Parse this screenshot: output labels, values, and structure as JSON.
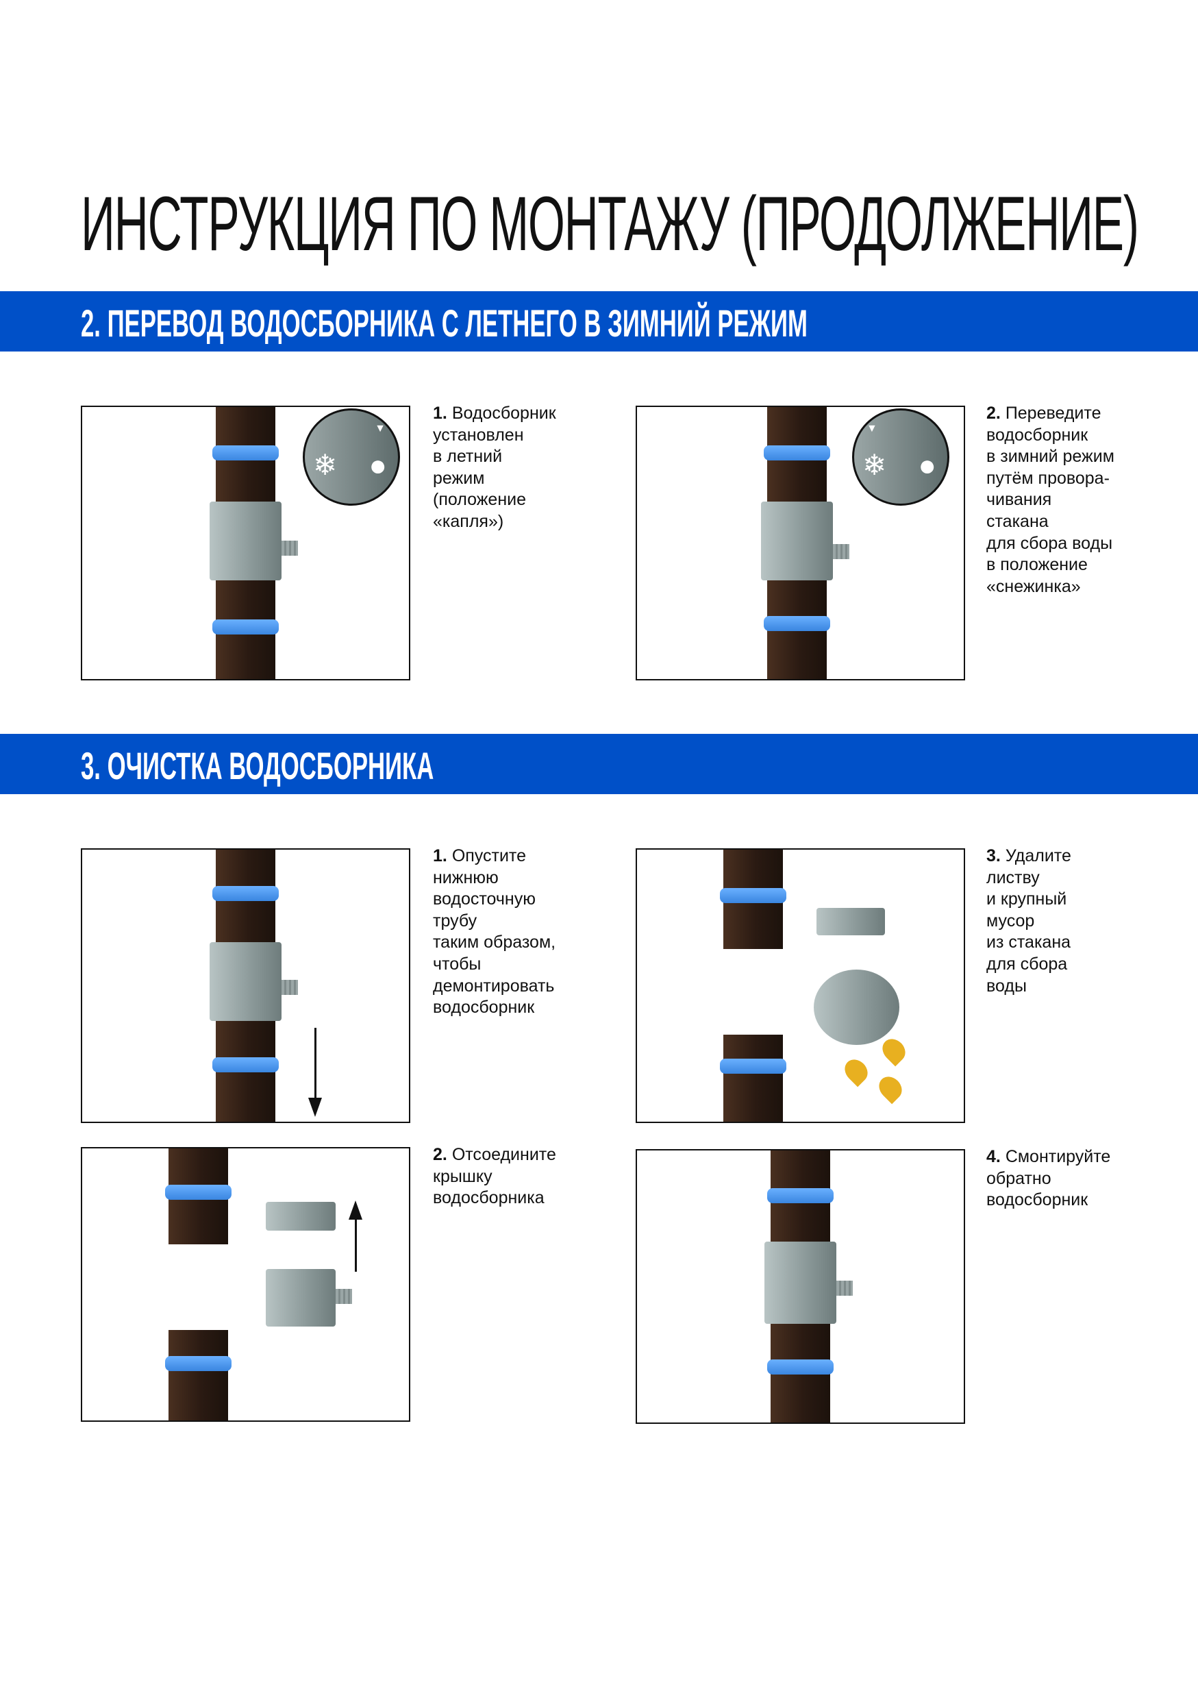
{
  "title": "ИНСТРУКЦИЯ ПО МОНТАЖУ (ПРОДОЛЖЕНИЕ)",
  "section2": {
    "heading": "2. ПЕРЕВОД ВОДОСБОРНИКА С ЛЕТНЕГО В ЗИМНИЙ РЕЖИМ",
    "steps": [
      {
        "num": "1.",
        "lines": [
          "Водосборник",
          "установлен",
          "в летний",
          "режим",
          "(положение",
          "«капля»)"
        ]
      },
      {
        "num": "2.",
        "lines": [
          "Переведите",
          "водосборник",
          "в зимний режим",
          "путём провора-",
          "чивания",
          "стакана",
          "для сбора воды",
          "в положение",
          "«снежинка»"
        ]
      }
    ]
  },
  "section3": {
    "heading": "3. ОЧИСТКА ВОДОСБОРНИКА",
    "steps": [
      {
        "num": "1.",
        "lines": [
          "Опустите",
          "нижнюю",
          "водосточную",
          "трубу",
          "таким образом,",
          "чтобы",
          "демонтировать",
          "водосборник"
        ]
      },
      {
        "num": "2.",
        "lines": [
          "Отсоедините",
          "крышку",
          "водосборника"
        ]
      },
      {
        "num": "3.",
        "lines": [
          "Удалите",
          "листву",
          "и крупный",
          "мусор",
          "из стакана",
          "для сбора",
          "воды"
        ]
      },
      {
        "num": "4.",
        "lines": [
          "Смонтируйте",
          "обратно",
          "водосборник"
        ]
      }
    ]
  },
  "icons": {
    "snow": "❄",
    "drop": "💧",
    "tri": "▼"
  },
  "colors": {
    "accent": "#0050c8",
    "pipe": "#2a1a12",
    "ring": "#4a9af0"
  }
}
